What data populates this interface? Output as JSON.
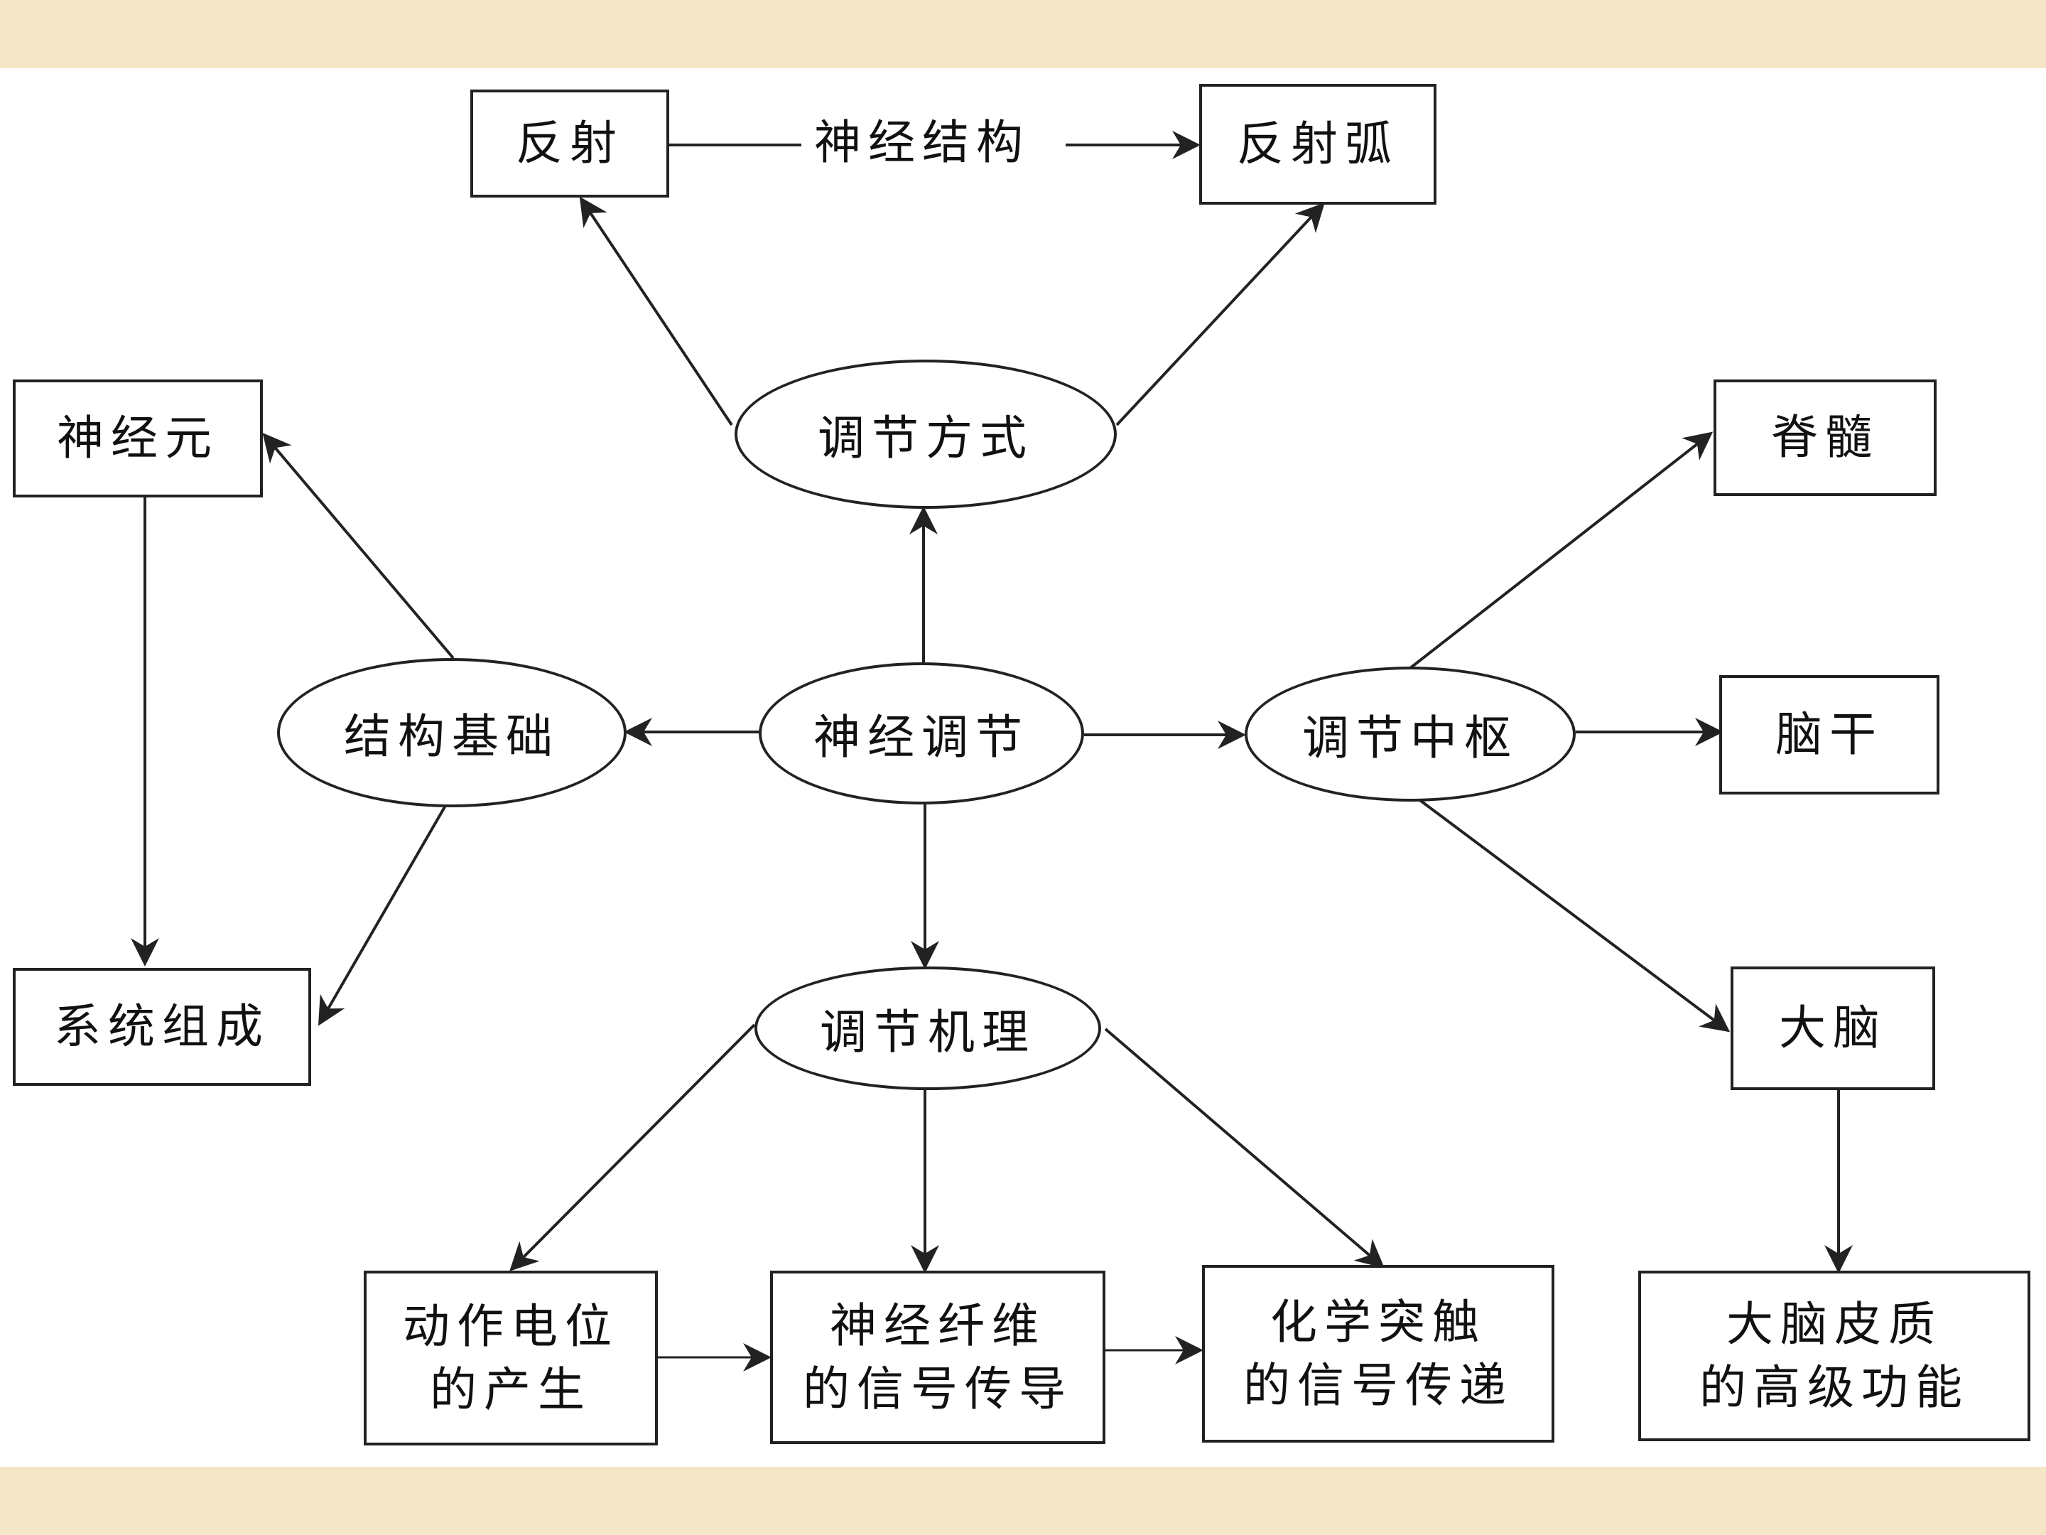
{
  "nodes": {
    "fanshe": "反射",
    "fanshehu": "反射弧",
    "tiaojiefangshi": "调节方式",
    "shenjingyuan": "神经元",
    "jiegoujichu": "结构基础",
    "shenjingtiaojie": "神经调节",
    "tiaojiezhongshu": "调节中枢",
    "jisui": "脊髓",
    "naogan": "脑干",
    "danao": "大脑",
    "xitongzucheng": "系统组成",
    "tiaojiejili": "调节机理",
    "dongzuodianwei": [
      "动作电位",
      "的产生"
    ],
    "shenjingxianwei": [
      "神经纤维",
      "的信号传导"
    ],
    "huaxuetuchu": [
      "化学突触",
      "的信号传递"
    ],
    "danaopizhi": [
      "大脑皮质",
      "的高级功能"
    ]
  },
  "edge_labels": {
    "shenjingjiegou": "神经结构"
  }
}
